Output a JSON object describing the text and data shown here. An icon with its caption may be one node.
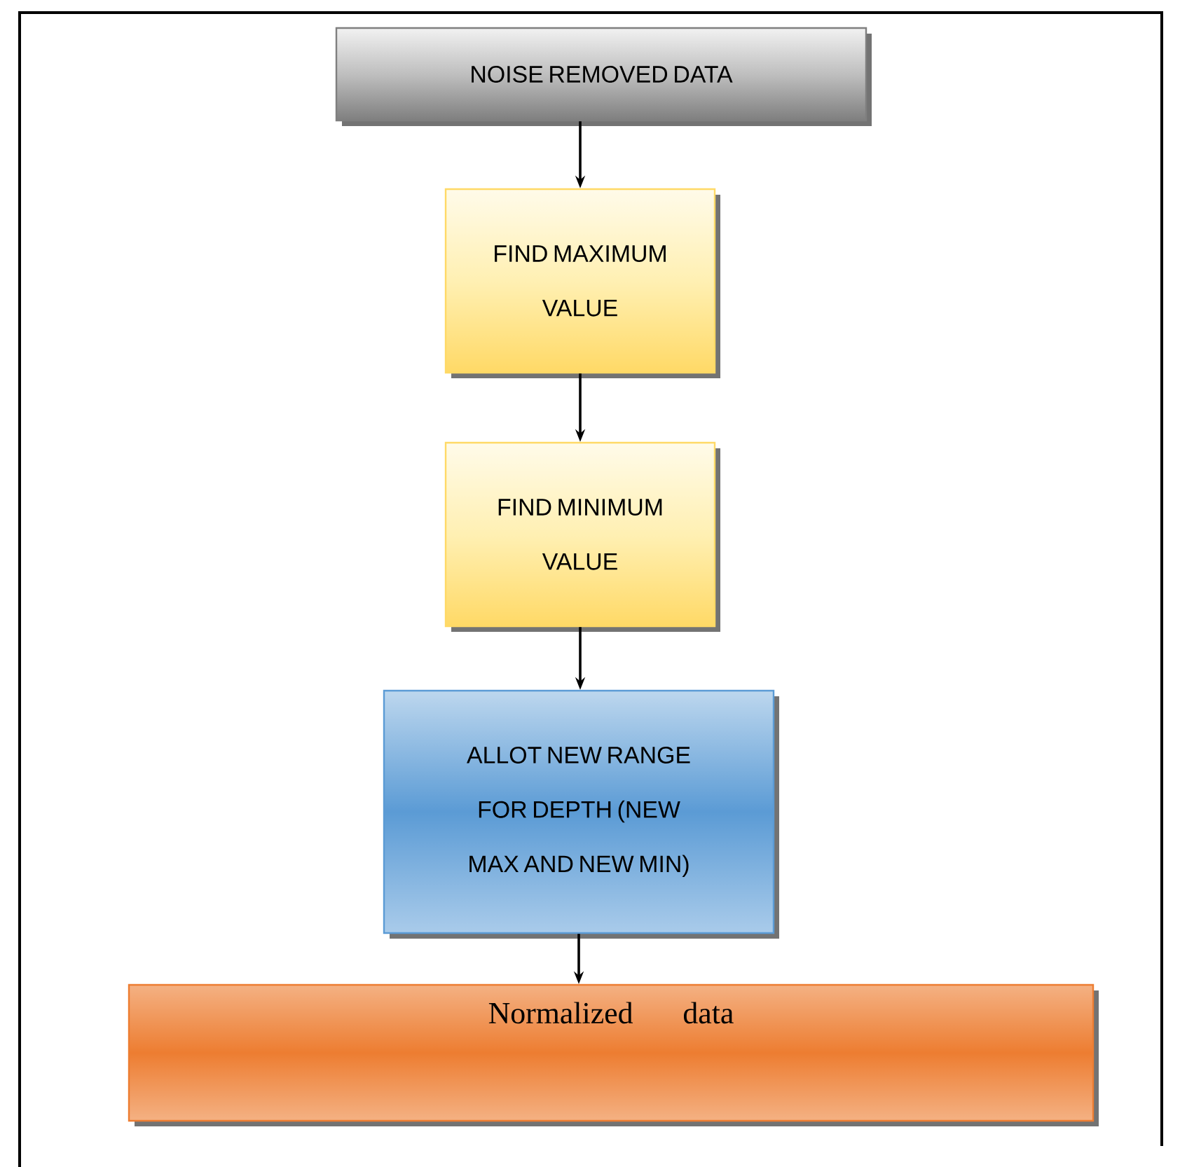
{
  "diagram": {
    "nodes": [
      {
        "text": [
          "NOISE REMOVED DATA"
        ]
      },
      {
        "text": [
          "FIND MAXIMUM VALUE"
        ]
      },
      {
        "text": [
          "FIND MINIMUM VALUE"
        ]
      },
      {
        "text": [
          "ALLOT NEW RANGE FOR DEPTH (NEW MAX AND NEW MIN)"
        ]
      },
      {
        "text": [
          "Normalized data"
        ]
      }
    ],
    "edges": [
      {
        "from": 0,
        "to": 1,
        "arrow": "to"
      },
      {
        "from": 1,
        "to": 2,
        "arrow": "to"
      },
      {
        "from": 2,
        "to": 3,
        "arrow": "to"
      },
      {
        "from": 3,
        "to": 4,
        "arrow": "to"
      }
    ]
  }
}
